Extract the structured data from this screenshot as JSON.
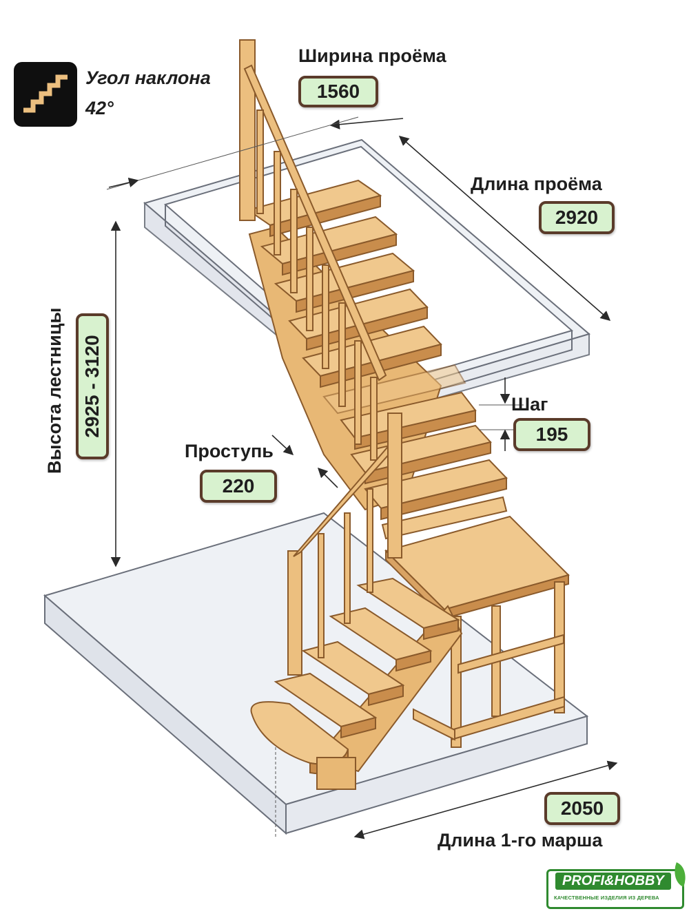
{
  "angle": {
    "title": "Угол наклона",
    "value": "42°",
    "icon": "stairs-icon"
  },
  "opening_width": {
    "label": "Ширина проёма",
    "value": "1560"
  },
  "opening_length": {
    "label": "Длина проёма",
    "value": "2920"
  },
  "stair_height": {
    "label": "Высота лестницы",
    "value": "2925 - 3120"
  },
  "step_rise": {
    "label": "Шаг",
    "value": "195"
  },
  "tread_depth": {
    "label": "Проступь",
    "value": "220"
  },
  "first_flight_length": {
    "label": "Длина 1-го марша",
    "value": "2050"
  },
  "brand": {
    "name": "PROFI&HOBBY",
    "tagline": "КАЧЕСТВЕННЫЕ ИЗДЕЛИЯ ИЗ ДЕРЕВА"
  },
  "colors": {
    "wood": "#ecbf7f",
    "wood_dark": "#c98d4c",
    "wood_edge": "#8a5a2b",
    "badge_fill": "#d8f2cf",
    "badge_border": "#5a3b2a",
    "slab_fill": "#eef0f4",
    "slab_edge": "#6a6f7a",
    "brand_green": "#2f8a2f"
  }
}
